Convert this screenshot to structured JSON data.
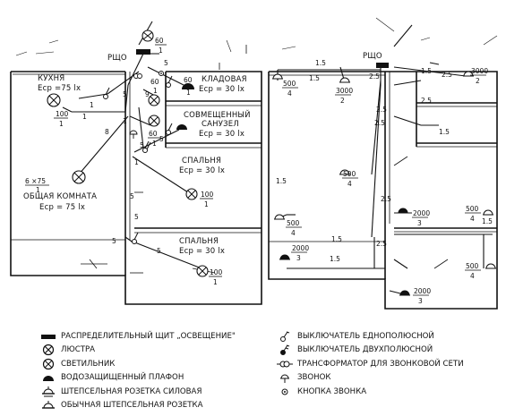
{
  "diagram": {
    "left_plan": {
      "panel_label": "РЩО",
      "rooms": [
        {
          "id": "kitchen",
          "name": "КУХНЯ",
          "lux": "Еср =75 lx"
        },
        {
          "id": "pantry",
          "name": "КЛАДОВАЯ",
          "lux": "Еср = 30 lx"
        },
        {
          "id": "bathroom",
          "name_line1": "СОВМЕЩЕННЫЙ",
          "name_line2": "САНУЗЕЛ",
          "lux": "Еср = 30 lx"
        },
        {
          "id": "bedroom1",
          "name": "СПАЛЬНЯ",
          "lux": "Еср = 30 lx"
        },
        {
          "id": "living",
          "name": "ОБЩАЯ КОМНАТА",
          "lux": "Еср = 75 lx",
          "fixture": "6 ×75"
        },
        {
          "id": "bedroom2",
          "name": "СПАЛЬНЯ",
          "lux": "Еср = 30 lx"
        }
      ],
      "lamps": {
        "top": {
          "w": "60",
          "n": "1"
        },
        "kitchen": {
          "w": "100",
          "n": "1"
        },
        "kitchen_mid": {
          "w": "60",
          "n": "1"
        },
        "bath": {
          "w": "60",
          "n": "1"
        },
        "pantry": {
          "w": "60",
          "n": "1"
        },
        "bedroom1": {
          "w": "100",
          "n": "1"
        },
        "bedroom2": {
          "w": "100",
          "n": "1"
        },
        "living_n": "1"
      },
      "wire_marks": [
        "5",
        "9",
        "1",
        "5",
        "1",
        "8",
        "1",
        "5",
        "5",
        "1",
        "5",
        "5",
        "5",
        "5"
      ]
    },
    "right_plan": {
      "panel_label": "РЩО",
      "outlets": [
        {
          "w": "500",
          "n": "4"
        },
        {
          "w": "3000",
          "n": "2"
        },
        {
          "w": "3000",
          "n": "2"
        },
        {
          "w": "500",
          "n": "4"
        },
        {
          "w": "500",
          "n": "4"
        },
        {
          "w": "2000",
          "n": "3"
        },
        {
          "w": "500",
          "n": "4"
        },
        {
          "w": "2000",
          "n": "3"
        },
        {
          "w": "500",
          "n": "4"
        },
        {
          "w": "2000",
          "n": "3"
        }
      ],
      "wire_marks": [
        "1.5",
        "1.5",
        "2.5",
        "2.5",
        "1.5",
        "2.5",
        "2.5",
        "1.5",
        "2.5",
        "2.5",
        "1.5",
        "1.5",
        "1.5",
        "2.5",
        "1.5"
      ]
    }
  },
  "legend": {
    "left": [
      {
        "icon": "distribution-board-icon",
        "label": "РАСПРЕДЕЛИТЕЛЬНЫЙ ЩИТ „ОСВЕЩЕНИЕ\""
      },
      {
        "icon": "chandelier-icon",
        "label": "ЛЮСТРА"
      },
      {
        "icon": "lamp-icon",
        "label": "СВЕТИЛЬНИК"
      },
      {
        "icon": "waterproof-fixture-icon",
        "label": "ВОДОЗАЩИЩЕННЫЙ ПЛАФОН"
      },
      {
        "icon": "power-socket-icon",
        "label": "ШТЕПСЕЛЬНАЯ РОЗЕТКА СИЛОВАЯ"
      },
      {
        "icon": "socket-icon",
        "label": "ОБЫЧНАЯ ШТЕПСЕЛЬНАЯ РОЗЕТКА"
      }
    ],
    "right": [
      {
        "icon": "single-pole-switch-icon",
        "label": "ВЫКЛЮЧАТЕЛЬ ЕДНОПОЛЮСНОЙ"
      },
      {
        "icon": "two-pole-switch-icon",
        "label": "ВЫКЛЮЧАТЕЛЬ ДВУХПОЛЮСНОЙ"
      },
      {
        "icon": "transformer-icon",
        "label": "ТРАНСФОРМАТОР ДЛЯ ЗВОНКОВОЙ СЕТИ"
      },
      {
        "icon": "bell-icon",
        "label": "ЗВОНОК"
      },
      {
        "icon": "bell-button-icon",
        "label": "КНОПКА ЗВОНКА"
      }
    ]
  }
}
